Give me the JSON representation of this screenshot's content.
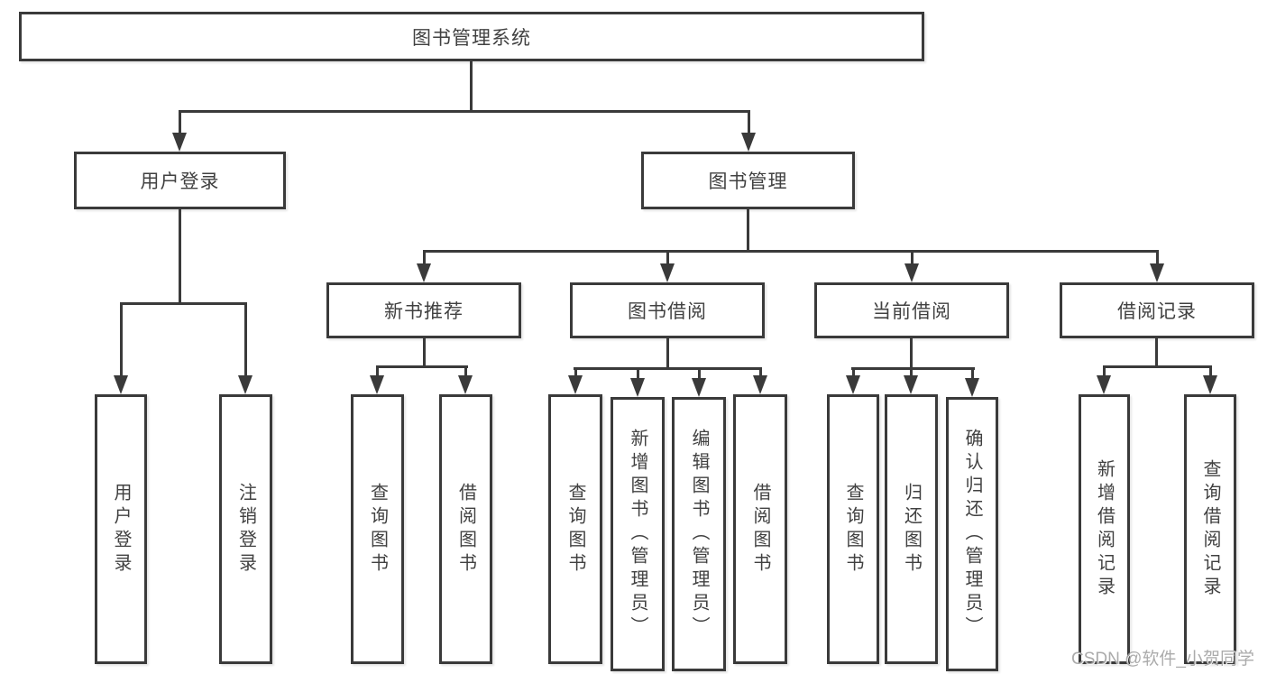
{
  "diagram": {
    "root": {
      "label": "图书管理系统"
    },
    "level2": [
      {
        "label": "用户登录"
      },
      {
        "label": "图书管理"
      }
    ],
    "level3": [
      {
        "label": "新书推荐"
      },
      {
        "label": "图书借阅"
      },
      {
        "label": "当前借阅"
      },
      {
        "label": "借阅记录"
      }
    ],
    "leaves": {
      "user_login": [
        "用户登录",
        "注销登录"
      ],
      "new_books": [
        "查询图书",
        "借阅图书"
      ],
      "book_borrow": [
        "查询图书",
        "新增图书（管理员）",
        "编辑图书（管理员）",
        "借阅图书"
      ],
      "current_borrow": [
        "查询图书",
        "归还图书",
        "确认归还（管理员）"
      ],
      "borrow_records": [
        "新增借阅记录",
        "查询借阅记录"
      ]
    }
  },
  "watermark": "CSDN @软件_小贺同学",
  "colors": {
    "line": "#3a3a3a",
    "text": "#414141",
    "watermark": "#a4a4a4",
    "background": "#ffffff"
  }
}
